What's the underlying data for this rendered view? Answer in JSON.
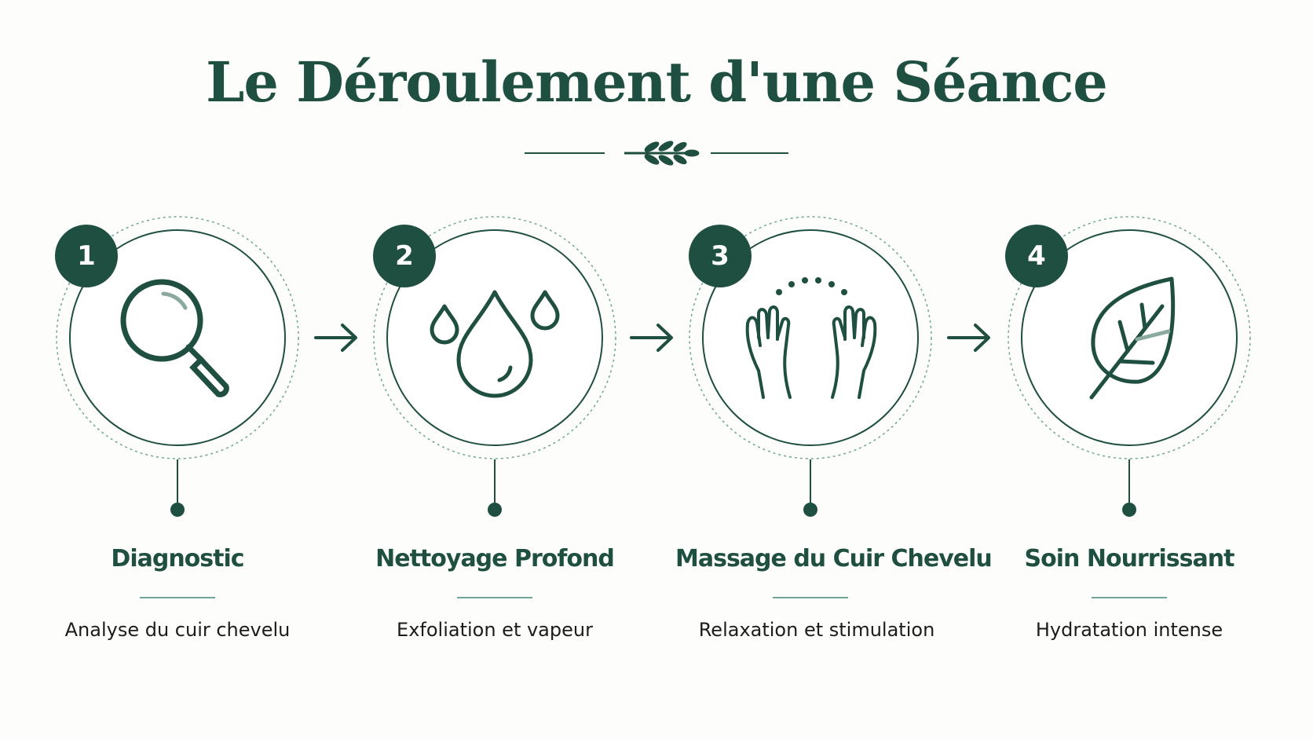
{
  "title": "Le Déroulement d'une Séance",
  "colors": {
    "primary": "#1f4f40",
    "accent": "#6fa596",
    "text": "#1c1c1c",
    "background": "#fdfdfc"
  },
  "divider_icon": "leaf-sprig-icon",
  "steps": [
    {
      "number": "1",
      "icon": "magnifying-glass-icon",
      "title": "Diagnostic",
      "description": "Analyse du cuir chevelu"
    },
    {
      "number": "2",
      "icon": "water-drops-icon",
      "title": "Nettoyage Profond",
      "description": "Exfoliation et vapeur"
    },
    {
      "number": "3",
      "icon": "massaging-hands-icon",
      "title": "Massage du Cuir Chevelu",
      "description": "Relaxation et stimulation"
    },
    {
      "number": "4",
      "icon": "leaf-icon",
      "title": "Soin Nourrissant",
      "description": "Hydratation intense"
    }
  ],
  "arrow_icon": "arrow-right-icon"
}
